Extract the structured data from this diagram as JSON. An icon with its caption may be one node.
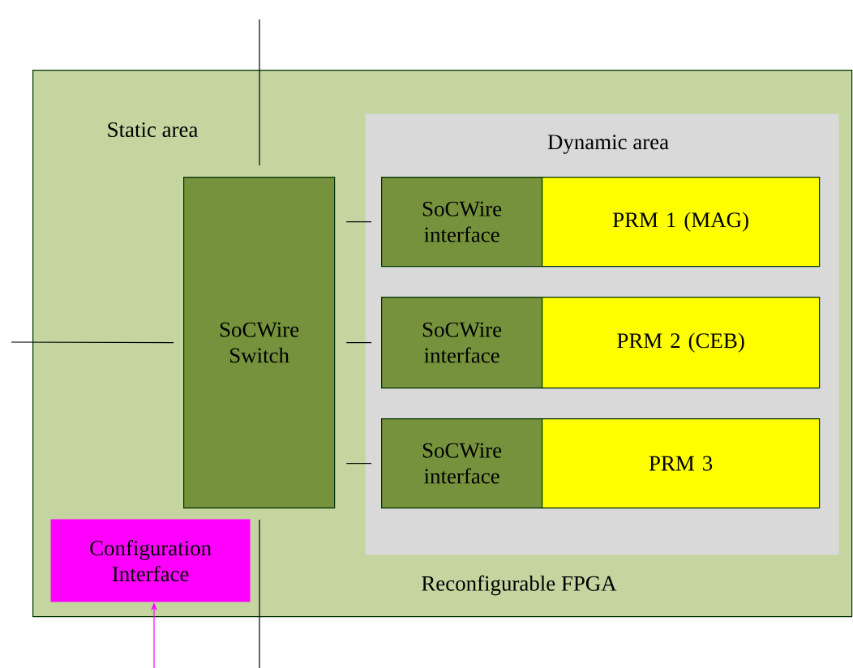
{
  "diagram": {
    "nodes": [
      {
        "text": [
          "Static area",
          "Reconfigurable FPGA"
        ]
      },
      {
        "text": [
          "Dynamic area"
        ],
        "in": 0
      },
      {
        "text": [
          "SoCWire Switch"
        ],
        "in": 0
      },
      {
        "text": [
          "Configuration Interface"
        ],
        "in": 0
      },
      {
        "text": [
          "SoCWire interface"
        ],
        "in": 1
      },
      {
        "text": [
          "PRM 1 (MAG)"
        ],
        "in": 1
      },
      {
        "text": [
          "SoCWire interface"
        ],
        "in": 1
      },
      {
        "text": [
          "PRM 2 (CEB)"
        ],
        "in": 1
      },
      {
        "text": [
          "SoCWire interface"
        ],
        "in": 1
      },
      {
        "text": [
          "PRM 3"
        ],
        "in": 1
      }
    ],
    "edges": [
      {
        "from": null,
        "to": 2,
        "arrow": "none"
      },
      {
        "from": null,
        "to": 2,
        "arrow": "none"
      },
      {
        "from": 2,
        "to": 4,
        "arrow": "none"
      },
      {
        "from": 2,
        "to": 6,
        "arrow": "none"
      },
      {
        "from": 2,
        "to": 8,
        "arrow": "none"
      },
      {
        "from": 2,
        "to": null,
        "arrow": "none"
      },
      {
        "from": null,
        "to": 3,
        "arrow": "to",
        "color": "#ff00ff"
      }
    ]
  }
}
